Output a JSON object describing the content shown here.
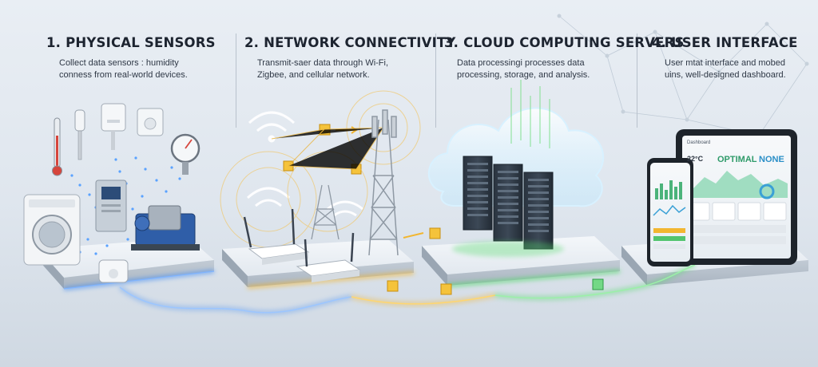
{
  "stages": [
    {
      "title": "1. PHYSICAL SENSORS",
      "description_line1": "Collect data sensors : humidity",
      "description_line2": "conness from real-world devices."
    },
    {
      "title": "2. NETWORK CONNECTIVITY",
      "description_line1": "Transmit-saer data through Wi-Fi,",
      "description_line2": "Zigbee, and cellular network."
    },
    {
      "title": "3. CLOUD COMPUTING SERVERS",
      "description_line1": "Data processingi processes data",
      "description_line2": "processing, storage, and analysis."
    },
    {
      "title": "4. USER INTERFACE",
      "description_line1": "User mtat interface and mobed",
      "description_line2": "uins, well-designed dashboard."
    }
  ],
  "dashboard": {
    "tablet_header": "Dashboard",
    "tablet_value": "22°C",
    "tablet_status": "OPTIMAL",
    "tablet_alert": "NONE"
  },
  "colors": {
    "sensor_glow": "#4a8ff0",
    "network_glow": "#f2b630",
    "cloud_glow": "#52d96b",
    "platform_top": "#eef2f6",
    "platform_side": "#b9c3ce"
  }
}
